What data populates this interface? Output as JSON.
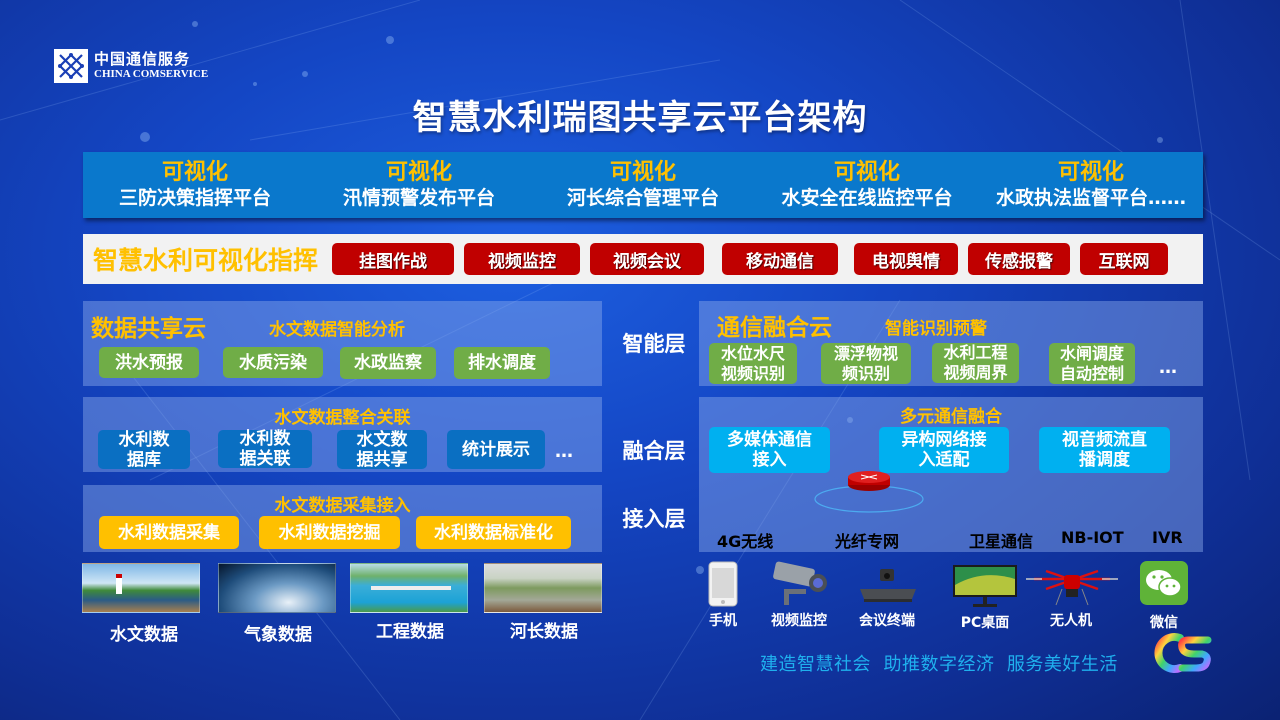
{
  "brand": {
    "name_cn": "中国通信服务",
    "name_en": "CHINA COMSERVICE",
    "icon": "china-comservice-logo-icon"
  },
  "title": "智慧水利瑞图共享云平台架构",
  "platforms": [
    {
      "tag": "可视化",
      "name": "三防决策指挥平台"
    },
    {
      "tag": "可视化",
      "name": "汛情预警发布平台"
    },
    {
      "tag": "可视化",
      "name": "河长综合管理平台"
    },
    {
      "tag": "可视化",
      "name": "水安全在线监控平台"
    },
    {
      "tag": "可视化",
      "name": "水政执法监督平台……"
    }
  ],
  "command": {
    "title": "智慧水利可视化指挥",
    "buttons": [
      "挂图作战",
      "视频监控",
      "视频会议",
      "移动通信",
      "电视舆情",
      "传感报警",
      "互联网"
    ]
  },
  "data_cloud": {
    "title": "数据共享云",
    "analysis": {
      "title": "水文数据智能分析",
      "items": [
        "洪水预报",
        "水质污染",
        "水政监察",
        "排水调度"
      ]
    },
    "integration": {
      "title": "水文数据整合关联",
      "items": [
        "水利数\n据库",
        "水利数\n据关联",
        "水文数\n据共享",
        "统计展示"
      ],
      "more": "…"
    },
    "collection": {
      "title": "水文数据采集接入",
      "items": [
        "水利数据采集",
        "水利数据挖掘",
        "水利数据标准化"
      ]
    },
    "sources": [
      {
        "label": "水文数据",
        "image": "lighthouse-river-photo"
      },
      {
        "label": "气象数据",
        "image": "earth-clouds-photo"
      },
      {
        "label": "工程数据",
        "image": "dam-reservoir-photo"
      },
      {
        "label": "河长数据",
        "image": "urban-river-photo"
      }
    ]
  },
  "layers": [
    "智能层",
    "融合层",
    "接入层"
  ],
  "comm_cloud": {
    "title": "通信融合云",
    "intelligent": {
      "title": "智能识别预警",
      "items": [
        "水位水尺\n视频识别",
        "漂浮物视\n频识别",
        "水利工程\n视频周界",
        "水闸调度\n自动控制"
      ],
      "more": "…"
    },
    "fusion": {
      "title": "多元通信融合",
      "items": [
        "多媒体通信\n接入",
        "异构网络接\n入适配",
        "视音频流直\n播调度"
      ]
    },
    "access": [
      "4G无线",
      "光纤专网",
      "卫星通信",
      "NB-IOT",
      "IVR"
    ],
    "devices": [
      {
        "label": "手机",
        "icon": "smartphone-icon"
      },
      {
        "label": "视频监控",
        "icon": "cctv-camera-icon"
      },
      {
        "label": "会议终端",
        "icon": "conference-terminal-icon"
      },
      {
        "label": "PC桌面",
        "icon": "monitor-icon"
      },
      {
        "label": "无人机",
        "icon": "drone-icon"
      },
      {
        "label": "微信",
        "icon": "wechat-icon"
      }
    ]
  },
  "slogan": "建造智慧社会  助推数字经济  服务美好生活",
  "colors": {
    "background": "#1446c4",
    "platform_bar": "#0a78cc",
    "highlight_yellow": "#ffc000",
    "command_red": "#c00000",
    "chip_green": "#70ad47",
    "chip_blue": "#0a6fc2",
    "chip_cyan": "#00b0f0",
    "slogan": "#1fb0ee"
  }
}
